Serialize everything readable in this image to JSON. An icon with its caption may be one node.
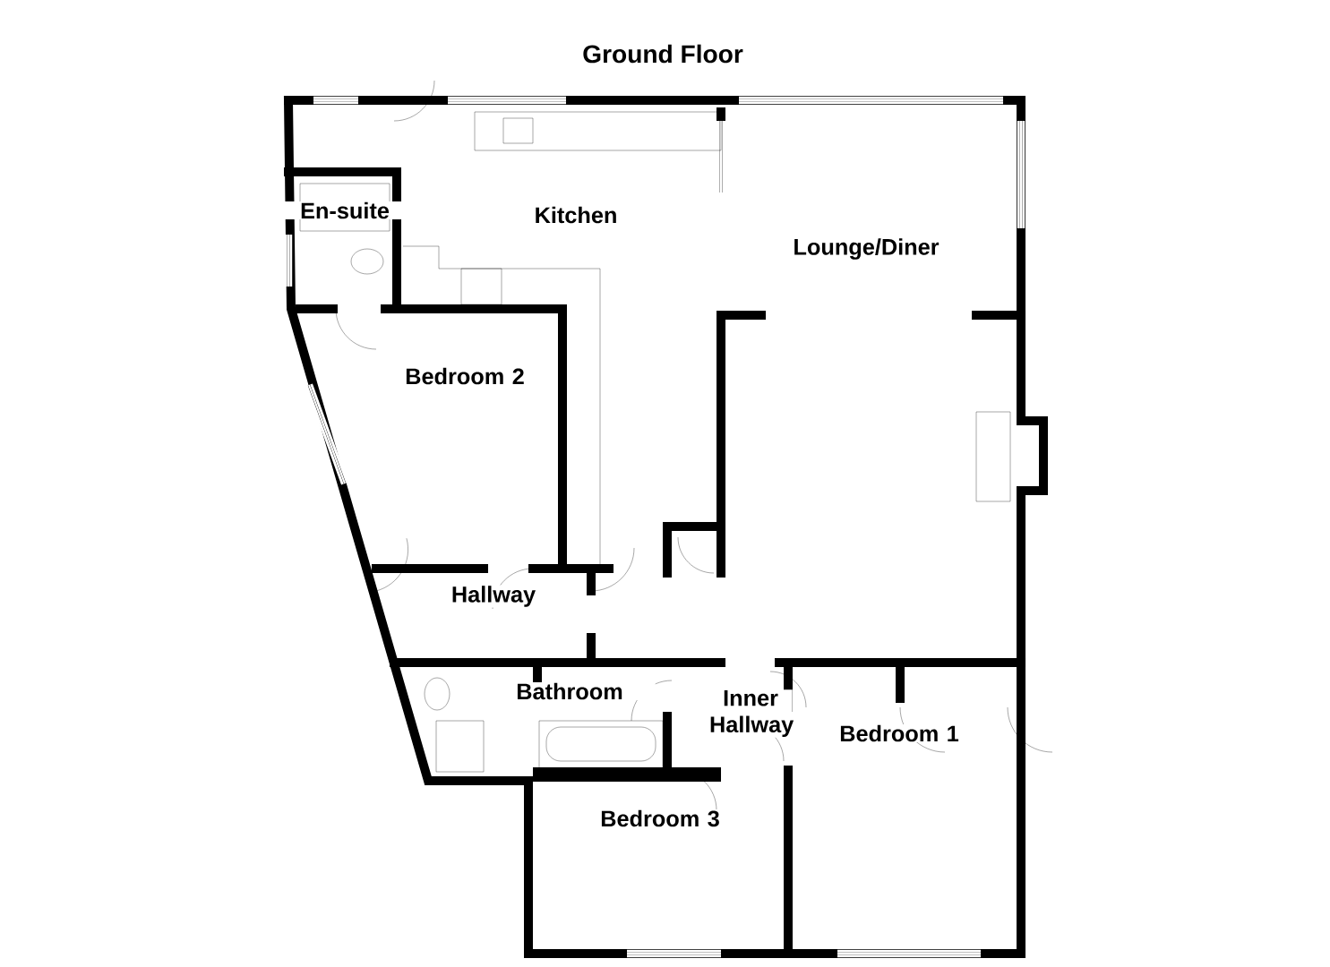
{
  "diagram": {
    "title": "Ground Floor",
    "labels": [
      "En-suite",
      "Kitchen",
      "Lounge/Diner",
      "Bedroom 2",
      "Hallway",
      "Bathroom",
      "Inner Hallway",
      "Bedroom 1",
      "Bedroom 3"
    ]
  }
}
